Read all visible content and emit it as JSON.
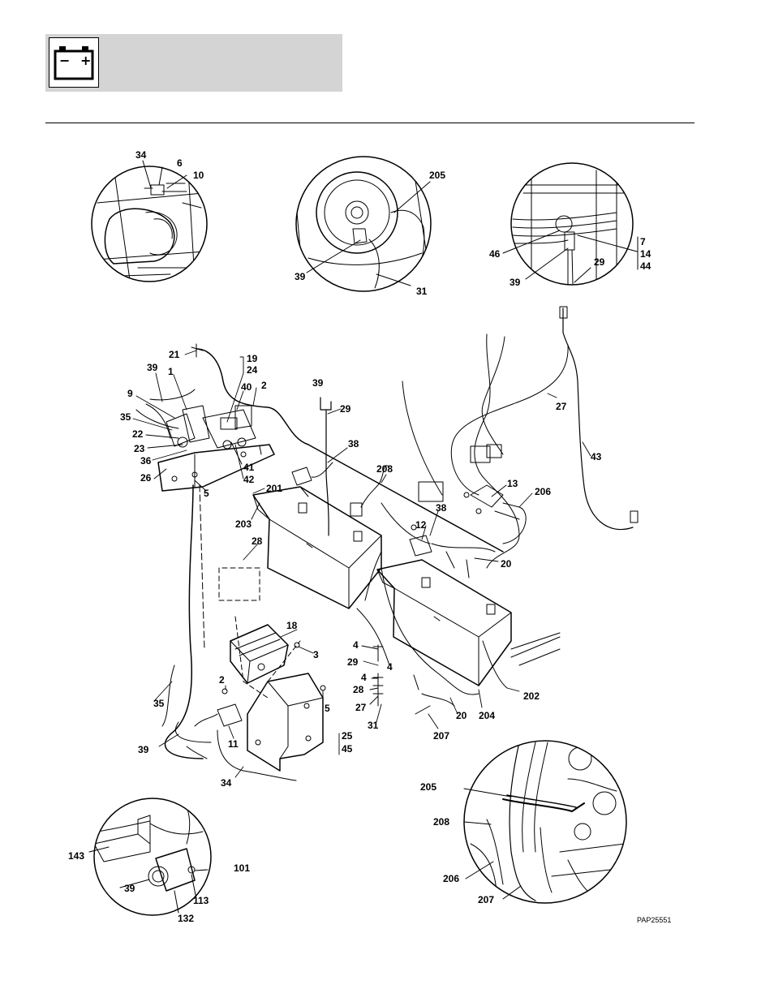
{
  "header": {
    "icon": "battery-icon",
    "battery_minus": "−",
    "battery_plus": "+",
    "band_color": "#d4d4d4"
  },
  "reference": "PAP25551",
  "callouts": {
    "c34a": "34",
    "c6": "6",
    "c10": "10",
    "c205a": "205",
    "c39a": "39",
    "c31a": "31",
    "c46": "46",
    "c7": "7",
    "c14": "14",
    "c44": "44",
    "c29a": "29",
    "c39b": "39",
    "c21": "21",
    "c19": "19",
    "c24": "24",
    "c39c": "39",
    "c1": "1",
    "c40": "40",
    "c2a": "2",
    "c9": "9",
    "c35a": "35",
    "c22": "22",
    "c23": "23",
    "c36": "36",
    "c26": "26",
    "c41": "41",
    "c42": "42",
    "c5a": "5",
    "c39d": "39",
    "c29b": "29",
    "c38a": "38",
    "c201": "201",
    "c203": "203",
    "c28a": "28",
    "c208a": "208",
    "c27a": "27",
    "c43": "43",
    "c13": "13",
    "c206a": "206",
    "c38b": "38",
    "c12": "12",
    "c20a": "20",
    "c18": "18",
    "c3": "3",
    "c4a": "4",
    "c29c": "29",
    "c4b": "4",
    "c4c": "4",
    "c28b": "28",
    "c27b": "27",
    "c31b": "31",
    "c2b": "2",
    "c5b": "5",
    "c35b": "35",
    "c11": "11",
    "c25": "25",
    "c45": "45",
    "c39e": "39",
    "c34b": "34",
    "c20b": "20",
    "c204": "204",
    "c207a": "207",
    "c202": "202",
    "c205b": "205",
    "c208b": "208",
    "c206b": "206",
    "c207b": "207",
    "c143": "143",
    "c101": "101",
    "c39f": "39",
    "c113": "113",
    "c132": "132"
  }
}
